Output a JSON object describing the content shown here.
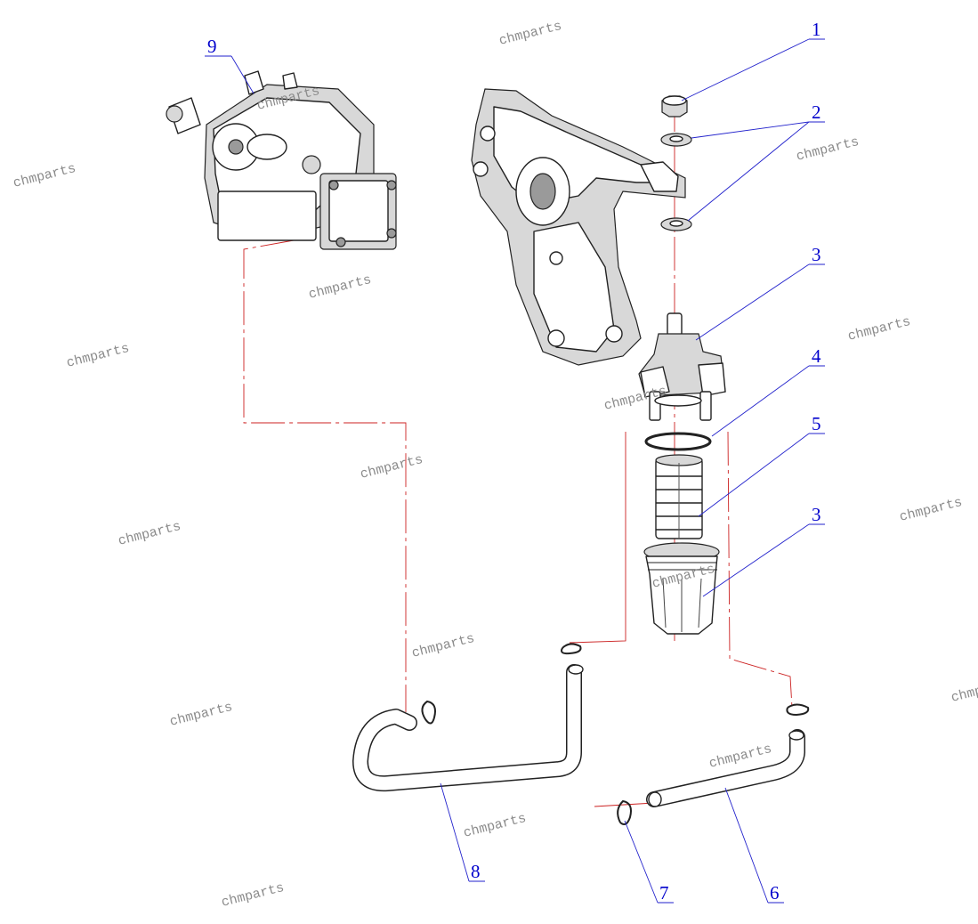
{
  "callouts": [
    "1",
    "2",
    "3",
    "4",
    "5",
    "3",
    "7",
    "6",
    "8",
    "9"
  ],
  "watermark": "chmparts",
  "colors": {
    "callout_text": "#0000cc",
    "leader_line": "#2222cc",
    "centerline": "#cc2222",
    "watermark": "#8c8c8c"
  }
}
